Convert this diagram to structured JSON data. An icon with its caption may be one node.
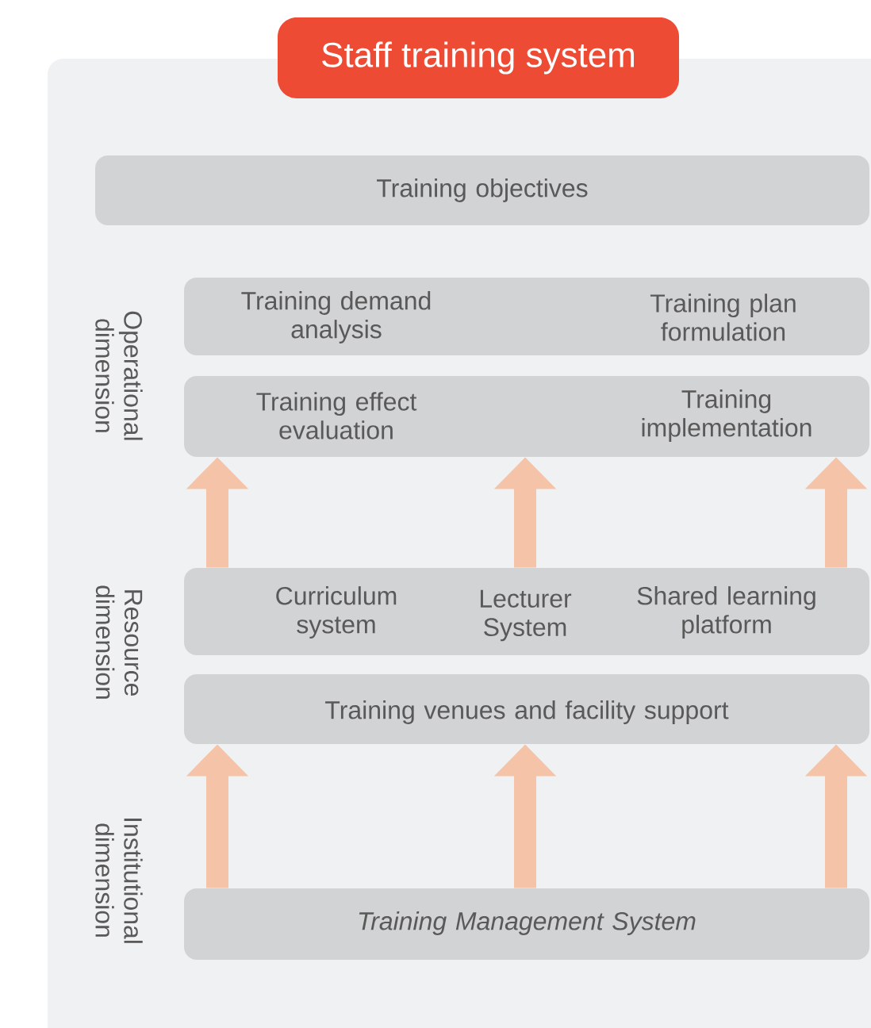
{
  "diagram": {
    "title": "Staff training system",
    "nodes": [
      {
        "text": [
          "Training objectives"
        ]
      },
      {
        "text": [
          "Training demand analysis",
          "Training plan formulation"
        ]
      },
      {
        "text": [
          "Training effect evaluation",
          "Training implementation"
        ]
      },
      {
        "text": [
          "Curriculum system",
          "Lecturer System",
          "Shared learning platform"
        ]
      },
      {
        "text": [
          "Training venues and facility support"
        ]
      },
      {
        "text": [
          "Training Management System"
        ]
      }
    ],
    "edges": [
      {
        "from": 3,
        "to": 2,
        "arrow": "to"
      },
      {
        "from": 3,
        "to": 2,
        "arrow": "to"
      },
      {
        "from": 3,
        "to": 2,
        "arrow": "to"
      },
      {
        "from": 5,
        "to": 4,
        "arrow": "to"
      },
      {
        "from": 5,
        "to": 4,
        "arrow": "to"
      },
      {
        "from": 5,
        "to": 4,
        "arrow": "to"
      }
    ],
    "labels": [
      "Operational dimension",
      "Resource dimension",
      "Institutional dimension"
    ]
  }
}
